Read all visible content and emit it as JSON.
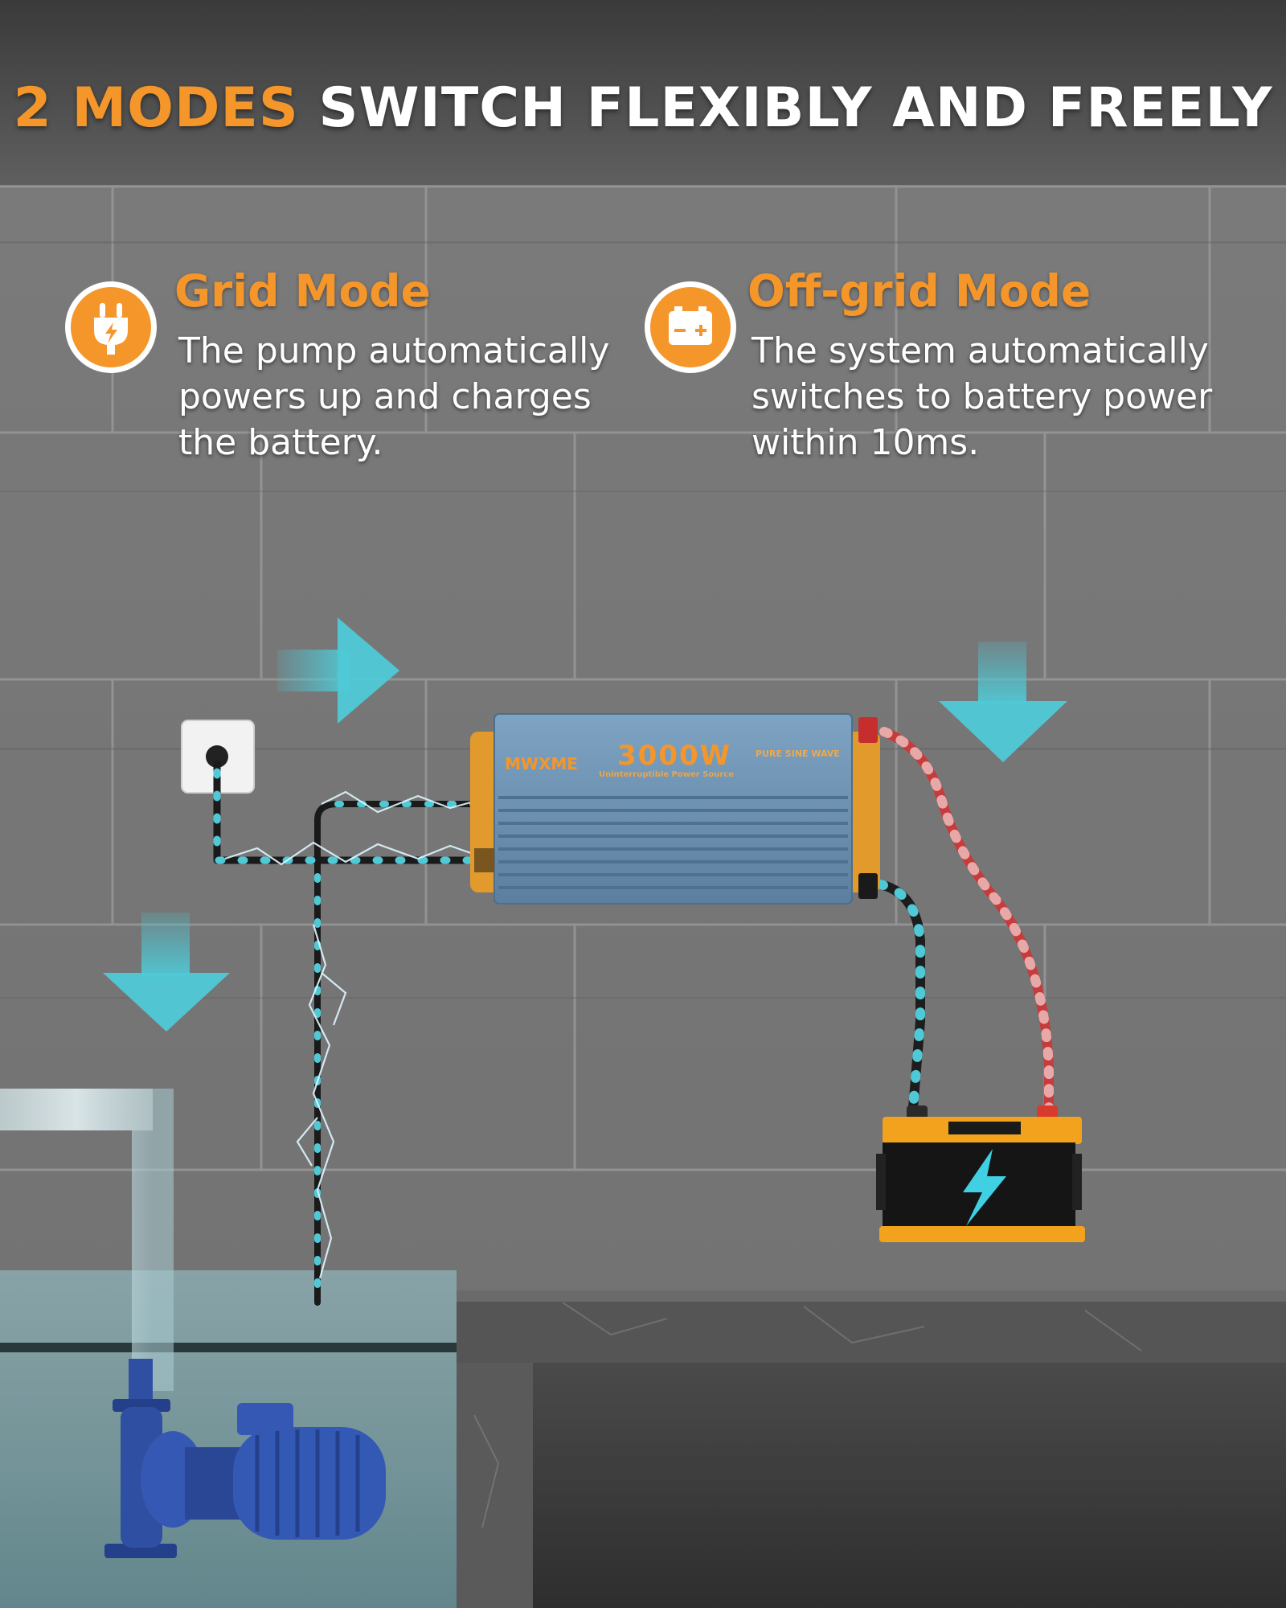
{
  "headline": {
    "accent": "2 MODES",
    "rest": "SWITCH FLEXIBLY AND FREELY"
  },
  "modes": [
    {
      "title": "Grid Mode",
      "icon": "plug-icon",
      "description_lines": [
        "The pump automatically",
        "powers up and charges",
        "the battery."
      ]
    },
    {
      "title": "Off-grid Mode",
      "icon": "battery-icon",
      "description_lines": [
        "The system automatically",
        "switches to battery power",
        "within 10ms."
      ]
    }
  ],
  "inverter": {
    "brand": "MWXME",
    "power": "3000W",
    "subtitle": "Uninterruptible Power Source",
    "waveform": "PURE SINE WAVE"
  },
  "colors": {
    "accent_orange": "#f5962b",
    "arrow_cyan": "#4fc9d6",
    "inverter_blue": "#6f93b4",
    "battery_orange": "#f2a21c",
    "water": "#7fa8b0",
    "pump_blue": "#2f4fa3"
  }
}
